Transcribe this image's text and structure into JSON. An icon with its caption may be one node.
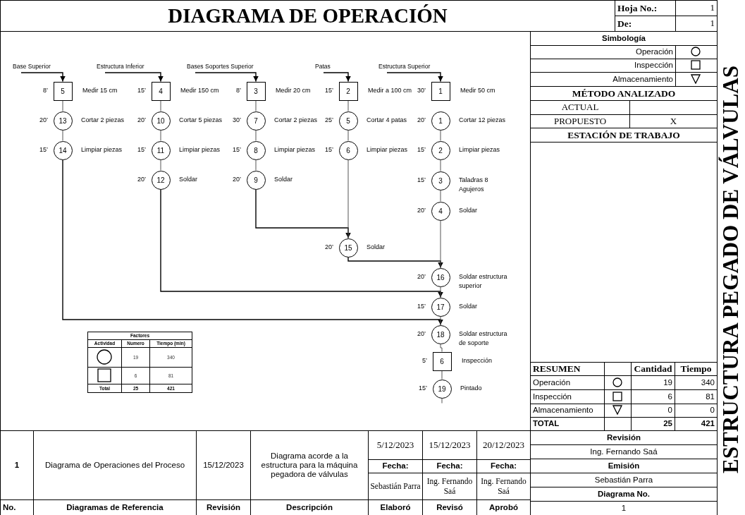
{
  "diagram": {
    "title": "DIAGRAMA DE OPERACIÓN",
    "nodes": [
      {
        "text": [
          "Base Superior"
        ]
      },
      {
        "text": [
          "5"
        ],
        "beside": [
          "8’",
          "Medir 15 cm"
        ]
      },
      {
        "text": [
          "13"
        ],
        "beside": [
          "20’",
          "Cortar 2 piezas"
        ]
      },
      {
        "text": [
          "14"
        ],
        "beside": [
          "15’",
          "Limpiar piezas"
        ]
      },
      {
        "text": [
          "Estructura Inferior"
        ]
      },
      {
        "text": [
          "4"
        ],
        "beside": [
          "15’",
          "Medir 150 cm"
        ]
      },
      {
        "text": [
          "10"
        ],
        "beside": [
          "20’",
          "Cortar 5 piezas"
        ]
      },
      {
        "text": [
          "11"
        ],
        "beside": [
          "15’",
          "Limpiar piezas"
        ]
      },
      {
        "text": [
          "12"
        ],
        "beside": [
          "20’",
          "Soldar"
        ]
      },
      {
        "text": [
          "Bases Soportes Superior"
        ]
      },
      {
        "text": [
          "3"
        ],
        "beside": [
          "8’",
          "Medir 20 cm"
        ]
      },
      {
        "text": [
          "7"
        ],
        "beside": [
          "30’",
          "Cortar 2 piezas"
        ]
      },
      {
        "text": [
          "8"
        ],
        "beside": [
          "15’",
          "Limpiar piezas"
        ]
      },
      {
        "text": [
          "9"
        ],
        "beside": [
          "20’",
          "Soldar"
        ]
      },
      {
        "text": [
          "Patas"
        ]
      },
      {
        "text": [
          "2"
        ],
        "beside": [
          "15’",
          "Medir a 100 cm"
        ]
      },
      {
        "text": [
          "5"
        ],
        "beside": [
          "25’",
          "Cortar 4 patas"
        ]
      },
      {
        "text": [
          "6"
        ],
        "beside": [
          "15’",
          "Limpiar piezas"
        ]
      },
      {
        "text": [
          "15"
        ],
        "beside": [
          "20’",
          "Soldar"
        ]
      },
      {
        "text": [
          "Estructura Superior"
        ]
      },
      {
        "text": [
          "1"
        ],
        "beside": [
          "30’",
          "Medir 50 cm"
        ]
      },
      {
        "text": [
          "1"
        ],
        "beside": [
          "20’",
          "Cortar 12 piezas"
        ]
      },
      {
        "text": [
          "2"
        ],
        "beside": [
          "15’",
          "Limpiar piezas"
        ]
      },
      {
        "text": [
          "3"
        ],
        "beside": [
          "15’",
          "Taladras 8 Agujeros"
        ]
      },
      {
        "text": [
          "4"
        ],
        "beside": [
          "20’",
          "Soldar"
        ]
      },
      {
        "text": [
          "16"
        ],
        "beside": [
          "20’",
          "Soldar estructura superior"
        ]
      },
      {
        "text": [
          "17"
        ],
        "beside": [
          "15’",
          "Soldar"
        ]
      },
      {
        "text": [
          "18"
        ],
        "beside": [
          "20’",
          "Soldar estructura de soporte"
        ]
      },
      {
        "text": [
          "6"
        ],
        "beside": [
          "5’",
          "Inspección"
        ]
      },
      {
        "text": [
          "19"
        ],
        "beside": [
          "15’",
          "Pintado"
        ]
      }
    ],
    "edges": [
      {
        "from": 0,
        "to": 1,
        "arrow": "to"
      },
      {
        "from": 1,
        "to": 2,
        "arrow": "none"
      },
      {
        "from": 2,
        "to": 3,
        "arrow": "none"
      },
      {
        "from": 3,
        "to": 27,
        "arrow": "to"
      },
      {
        "from": 4,
        "to": 5,
        "arrow": "to"
      },
      {
        "from": 5,
        "to": 6,
        "arrow": "none"
      },
      {
        "from": 6,
        "to": 7,
        "arrow": "none"
      },
      {
        "from": 7,
        "to": 8,
        "arrow": "none"
      },
      {
        "from": 8,
        "to": 26,
        "arrow": "to"
      },
      {
        "from": 9,
        "to": 10,
        "arrow": "to"
      },
      {
        "from": 10,
        "to": 11,
        "arrow": "none"
      },
      {
        "from": 11,
        "to": 12,
        "arrow": "none"
      },
      {
        "from": 12,
        "to": 13,
        "arrow": "none"
      },
      {
        "from": 13,
        "to": 18,
        "arrow": "to"
      },
      {
        "from": 14,
        "to": 15,
        "arrow": "to"
      },
      {
        "from": 15,
        "to": 16,
        "arrow": "none"
      },
      {
        "from": 16,
        "to": 17,
        "arrow": "none"
      },
      {
        "from": 17,
        "to": 18,
        "arrow": "none"
      },
      {
        "from": 18,
        "to": 25,
        "arrow": "to"
      },
      {
        "from": 19,
        "to": 20,
        "arrow": "to"
      },
      {
        "from": 21,
        "to": 22,
        "arrow": "none"
      },
      {
        "from": 22,
        "to": 23,
        "arrow": "none"
      },
      {
        "from": 23,
        "to": 24,
        "arrow": "none"
      },
      {
        "from": 24,
        "to": 25,
        "arrow": "none"
      },
      {
        "from": 25,
        "to": 26,
        "arrow": "none"
      },
      {
        "from": 26,
        "to": 27,
        "arrow": "none"
      },
      {
        "from": 27,
        "to": 28,
        "arrow": "none"
      },
      {
        "from": 28,
        "to": 29,
        "arrow": "none"
      },
      {
        "from": 29,
        "to": null,
        "arrow": "none"
      }
    ],
    "labels": [
      "Hoja No.:",
      "1",
      "De:",
      "1",
      "Simbología",
      "Operación",
      "Inspección",
      "Almacenamiento",
      "MÉTODO ANALIZADO",
      "ACTUAL",
      "PROPUESTO",
      "X",
      "ESTACIÓN DE TRABAJO",
      "Factores",
      "Actividad",
      "Numero",
      "Tiempo (min)",
      "19",
      "340",
      "6",
      "81",
      "Total",
      "25",
      "421",
      "RESUMEN",
      "Cantidad",
      "Tiempo",
      "Operación",
      "19",
      "340",
      "Inspección",
      "6",
      "81",
      "Almacenamiento",
      "0",
      "0",
      "TOTAL",
      "25",
      "421",
      "1",
      "Diagrama de Operaciones del Proceso",
      "15/12/2023",
      "Diagrama acorde a la estructura para la máquina pegadora de válvulas",
      "5/12/2023",
      "15/12/2023",
      "20/12/2023",
      "Revisión",
      "Ing. Fernando Saá",
      "Fecha:",
      "Fecha:",
      "Fecha:",
      "Emisión",
      "Sebastián Parra",
      "Ing. Fernando Saá",
      "Ing. Fernando Saá",
      "Sebastián Parra",
      "Diagrama No.",
      "No.",
      "Diagramas de Referencia",
      "Revisión",
      "Descripción",
      "Elaboró",
      "Revisó",
      "Aprobó",
      "1",
      "ESTRUCTURA PEGADO DE VÁLVULAS"
    ]
  }
}
